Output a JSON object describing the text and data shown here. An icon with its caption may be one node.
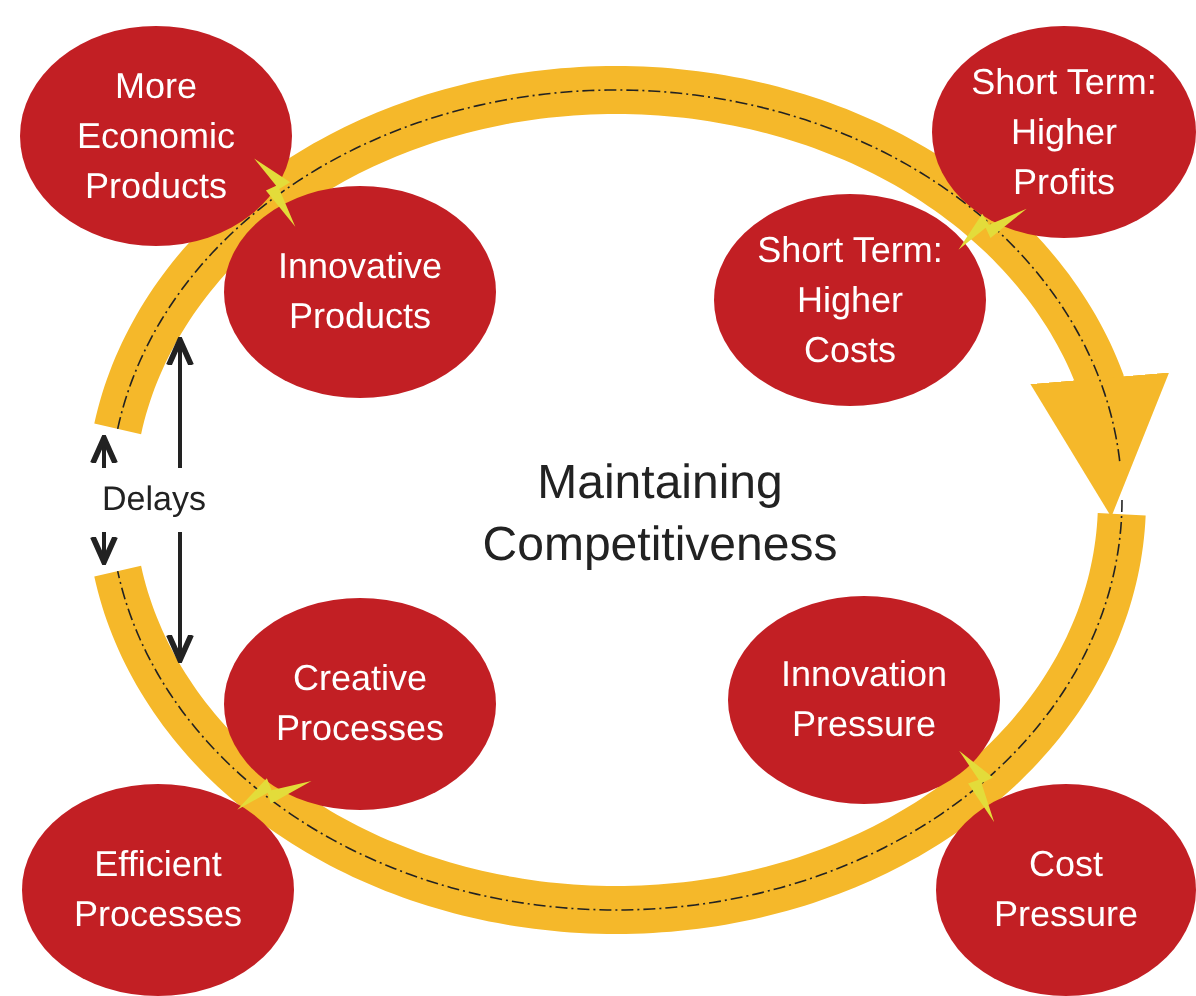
{
  "diagram": {
    "nodes": [
      {
        "text": [
          "More Economic Products"
        ]
      },
      {
        "text": [
          "Innovative Products"
        ]
      },
      {
        "text": [
          "Short Term: Higher Profits"
        ]
      },
      {
        "text": [
          "Short Term: Higher Costs"
        ]
      },
      {
        "text": [
          "Creative Processes"
        ]
      },
      {
        "text": [
          "Efficient Processes"
        ]
      },
      {
        "text": [
          "Innovation Pressure"
        ]
      },
      {
        "text": [
          "Cost Pressure"
        ]
      }
    ],
    "labels": [
      "Maintaining Competitiveness",
      "Delays"
    ]
  }
}
